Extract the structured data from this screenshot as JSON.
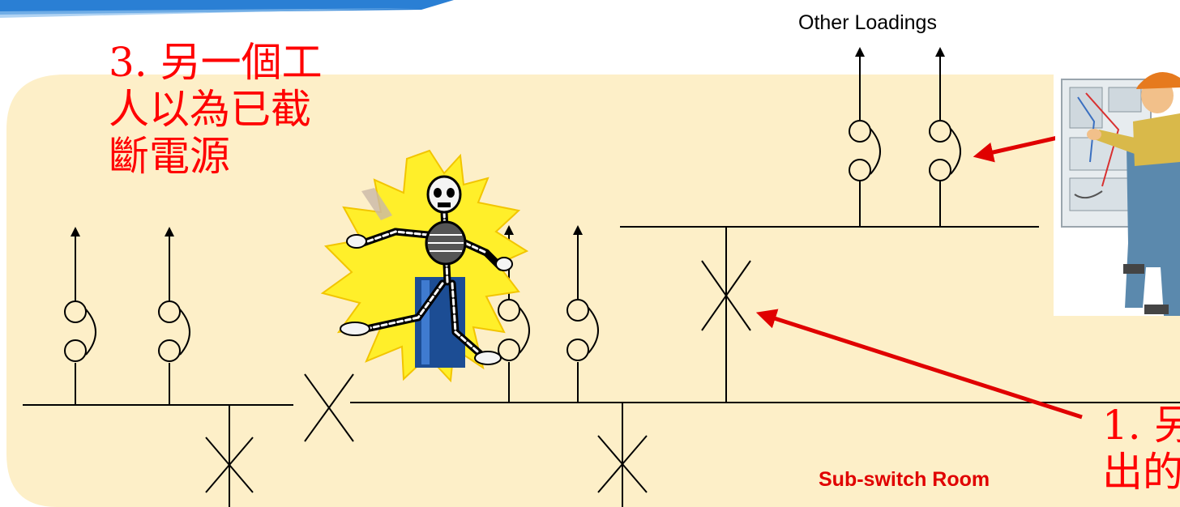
{
  "labels": {
    "other_loadings": "Other Loadings",
    "step3_text": "3. 另一個工\n人以為已截\n斷電源",
    "step1_text": "1. 另\n出的",
    "room_label": "Sub-switch Room"
  },
  "colors": {
    "panel_fill": "#fdefc8",
    "label_red": "#ff0000",
    "arrow_red": "#e00000",
    "top_accent": "#2a7fd4",
    "lightning": "#ffef2a",
    "worker_overalls": "#5b89ad",
    "helmet": "#e67a1e"
  },
  "icons": [
    "electrocuted-skeleton-illustration",
    "electrician-worker-illustration"
  ]
}
